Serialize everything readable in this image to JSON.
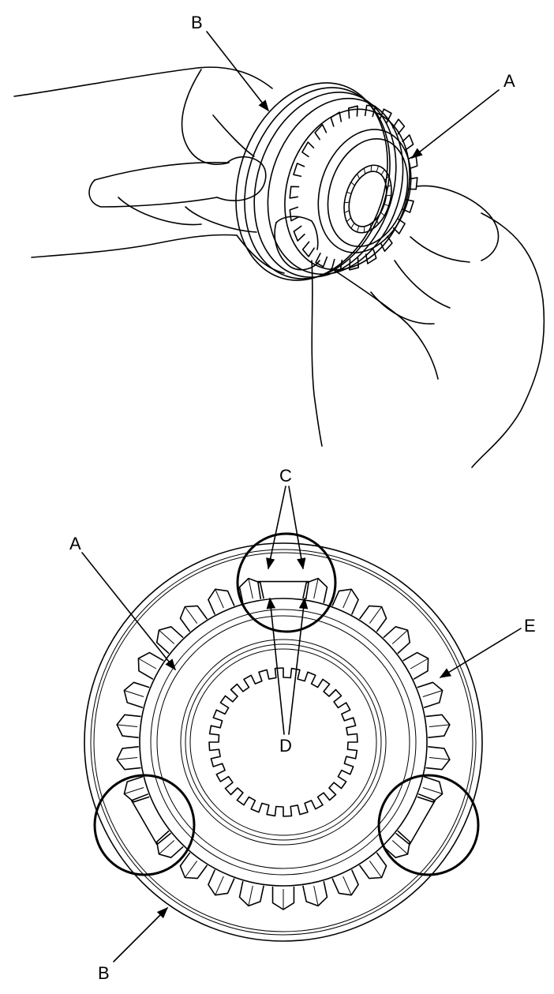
{
  "callouts": {
    "top": {
      "a": "A",
      "b": "B"
    },
    "bottom": {
      "a": "A",
      "b": "B",
      "c": "C",
      "d": "D",
      "e": "E"
    }
  }
}
